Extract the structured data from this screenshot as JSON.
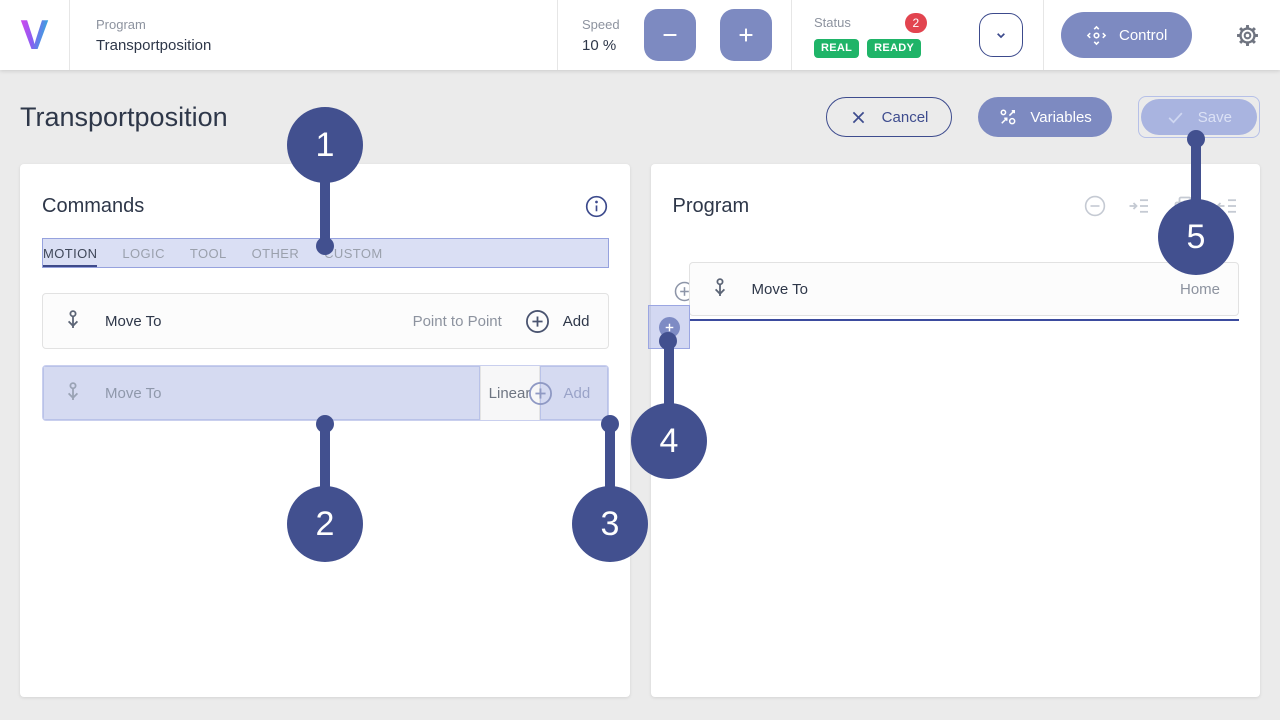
{
  "topbar": {
    "logo_letter": "V",
    "program_label": "Program",
    "program_value": "Transportposition",
    "speed_label": "Speed",
    "speed_value": "10 %",
    "status_label": "Status",
    "status_count": "2",
    "status_badges": [
      "REAL",
      "READY"
    ],
    "control_label": "Control"
  },
  "page": {
    "title": "Transportposition",
    "cancel_label": "Cancel",
    "variables_label": "Variables",
    "save_label": "Save"
  },
  "commands": {
    "title": "Commands",
    "tabs": [
      {
        "label": "MOTION",
        "active": true
      },
      {
        "label": "LOGIC",
        "active": false
      },
      {
        "label": "TOOL",
        "active": false
      },
      {
        "label": "OTHER",
        "active": false
      },
      {
        "label": "CUSTOM",
        "active": false
      }
    ],
    "items": [
      {
        "name": "Move To",
        "mode": "Point to Point",
        "action": "Add"
      },
      {
        "name": "Move To",
        "mode": "Linear",
        "action": "Add"
      }
    ]
  },
  "program": {
    "title": "Program",
    "steps": [
      {
        "name": "Move To",
        "target": "Home"
      }
    ]
  },
  "annotations": [
    "1",
    "2",
    "3",
    "4",
    "5"
  ],
  "icons": {
    "logo": "V-monogram gradient",
    "minus": "−",
    "plus": "+",
    "chevron_down": "⌄",
    "control": "move-pad arrows",
    "gear": "settings gear",
    "cancel_x": "✕",
    "variables": "strategy circles with arrows",
    "save_check": "✓",
    "info": "ⓘ",
    "move_to": "waypoint pin with down arrow",
    "add_circle": "⊕",
    "remove_circle": "⊖",
    "indent": "→≡",
    "copy": "overlapping squares",
    "outdent": "←≡"
  },
  "colors": {
    "accent_indigo": "#7d8ac1",
    "dark_indigo": "#3c4a8c",
    "callout": "#42508f",
    "highlight": "#a7b2e5",
    "badge_green": "#1fb468",
    "badge_red": "#e2444f",
    "insert_line": "#3b4b9e",
    "page_bg": "#ebebeb"
  }
}
